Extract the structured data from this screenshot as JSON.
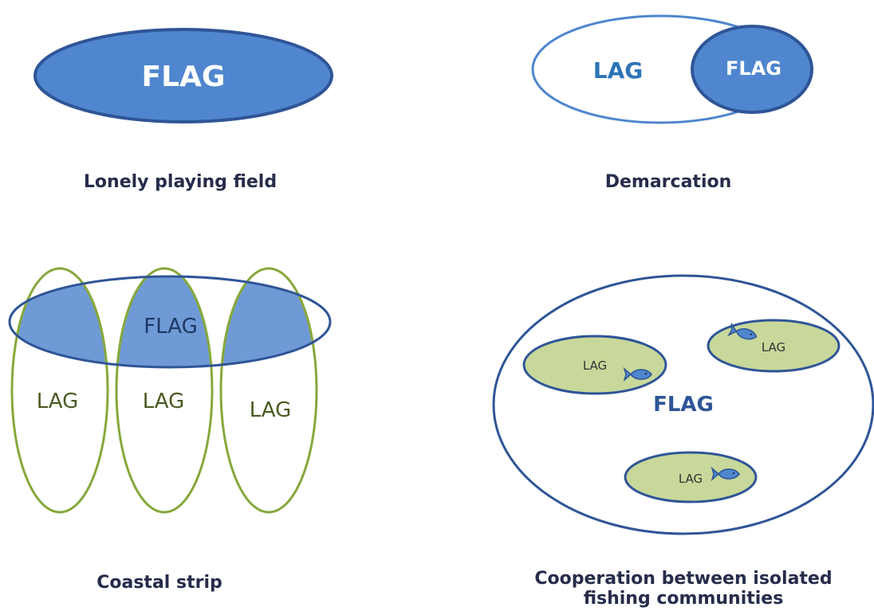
{
  "colors": {
    "flag_fill": "#4f86cf",
    "flag_stroke": "#2f5597",
    "flag_overlap_fill": "#6f9ad6",
    "lag_stroke": "#86a83c",
    "lag_fill": "#c8d89a",
    "dark_text": "#1f3864",
    "lag_text_green": "#4a5a22",
    "lag_text_blue": "#2e74b5",
    "caption": "#262c4a"
  },
  "panels": {
    "lonely": {
      "flag_label": "FLAG",
      "caption": "Lonely playing field"
    },
    "demarcation": {
      "lag_label": "LAG",
      "flag_label": "FLAG",
      "caption": "Demarcation"
    },
    "coastal": {
      "flag_label": "FLAG",
      "lag_labels": [
        "LAG",
        "LAG",
        "LAG"
      ],
      "caption": "Coastal strip"
    },
    "cooperation": {
      "flag_label": "FLAG",
      "lag_labels": [
        "LAG",
        "LAG",
        "LAG"
      ],
      "caption_line1": "Cooperation between isolated",
      "caption_line2": "fishing communities",
      "icon": "fish-icon"
    }
  }
}
